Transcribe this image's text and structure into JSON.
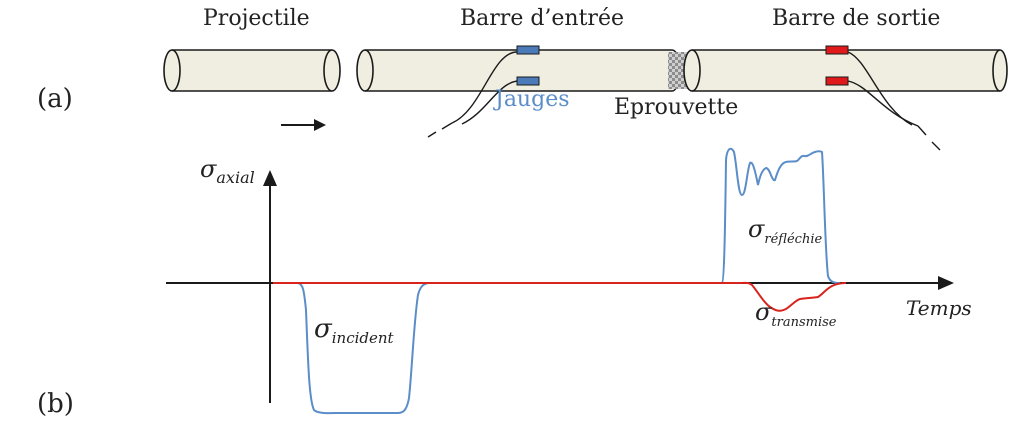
{
  "panel_labels": {
    "a": "(a)",
    "b": "(b)"
  },
  "bars": {
    "projectile": "Projectile",
    "input_bar": "Barre d’entrée",
    "output_bar": "Barre de sortie",
    "gauges": "Jauges",
    "specimen": "Eprouvette"
  },
  "signal": {
    "axis_label": {
      "base": "σ",
      "sub": "axial"
    },
    "time_label": "Temps",
    "incident": {
      "base": "σ",
      "sub": "incident"
    },
    "reflected": {
      "base": "σ",
      "sub": "réfléchie"
    },
    "transmitted": {
      "base": "σ",
      "sub": "transmise"
    }
  },
  "colors": {
    "bar_fill": "#efeee0",
    "outline": "#1a1a1a",
    "gauge_blue": "#4a7ab8",
    "gauge_red": "#e01a1a",
    "signal_blue": "#5b8dc9",
    "signal_red": "#d9231d",
    "gauges_text": "#5b8dc9"
  }
}
